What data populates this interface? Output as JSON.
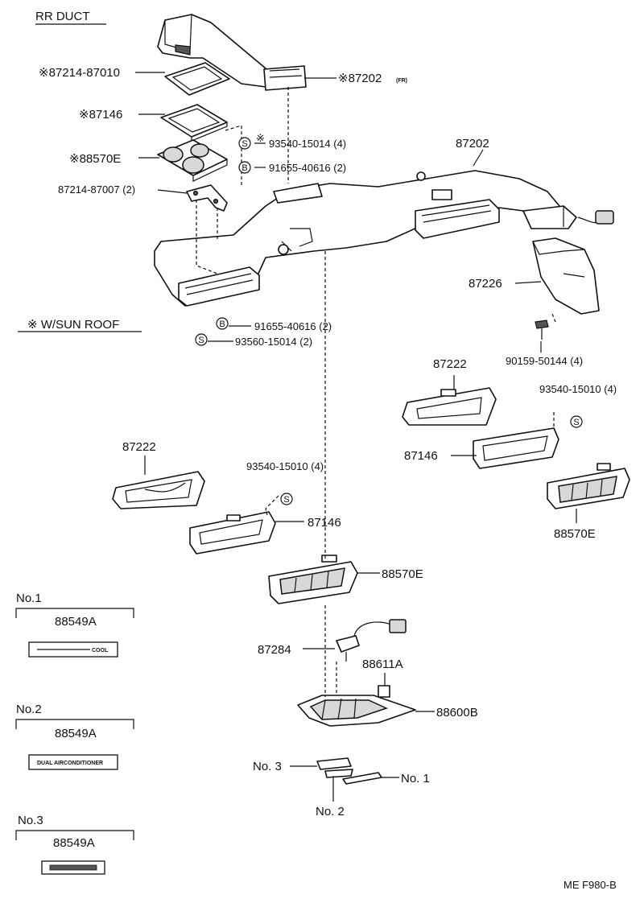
{
  "diagram": {
    "section_title": "RR DUCT",
    "sun_roof_note": "※ W/SUN ROOF",
    "figure_code": "ME F980-B",
    "fasteners": {
      "screw_symbol": "S",
      "bolt_symbol": "B"
    },
    "labels": {
      "p87214_87010": "※87214-87010",
      "p87202_fr": "※87202",
      "p87202_fr_suffix": "(FR)",
      "p87146_top": "※87146",
      "p93540_15014": "93540-15014 (4)",
      "p93540_15014_mark": "※",
      "p88570e_top": "※88570E",
      "p91655_40616_top": "91655-40616 (2)",
      "p87214_87007": "87214-87007 (2)",
      "p87202": "87202",
      "p87226": "87226",
      "p91655_40616_bottom": "91655-40616 (2)",
      "p93560_15014": "93560-15014 (2)",
      "p90159_50144": "90159-50144 (4)",
      "p87222_right": "87222",
      "p93540_15010_right": "93540-15010 (4)",
      "p87146_right": "87146",
      "p88570e_right": "88570E",
      "p87222_left": "87222",
      "p93540_15010_left": "93540-15010 (4)",
      "p87146_left": "87146",
      "p88570e_center": "88570E",
      "p87284": "87284",
      "p88611a": "88611A",
      "p88600b": "88600B",
      "no1_pointer": "No. 1",
      "no2_pointer": "No. 2",
      "no3_pointer": "No. 3"
    },
    "plates": [
      {
        "title": "No.1",
        "part": "88549A",
        "plate_text": "COOL"
      },
      {
        "title": "No.2",
        "part": "88549A",
        "plate_text": "DUAL AIRCONDITIONER"
      },
      {
        "title": "No.3",
        "part": "88549A",
        "plate_text": ""
      }
    ]
  }
}
